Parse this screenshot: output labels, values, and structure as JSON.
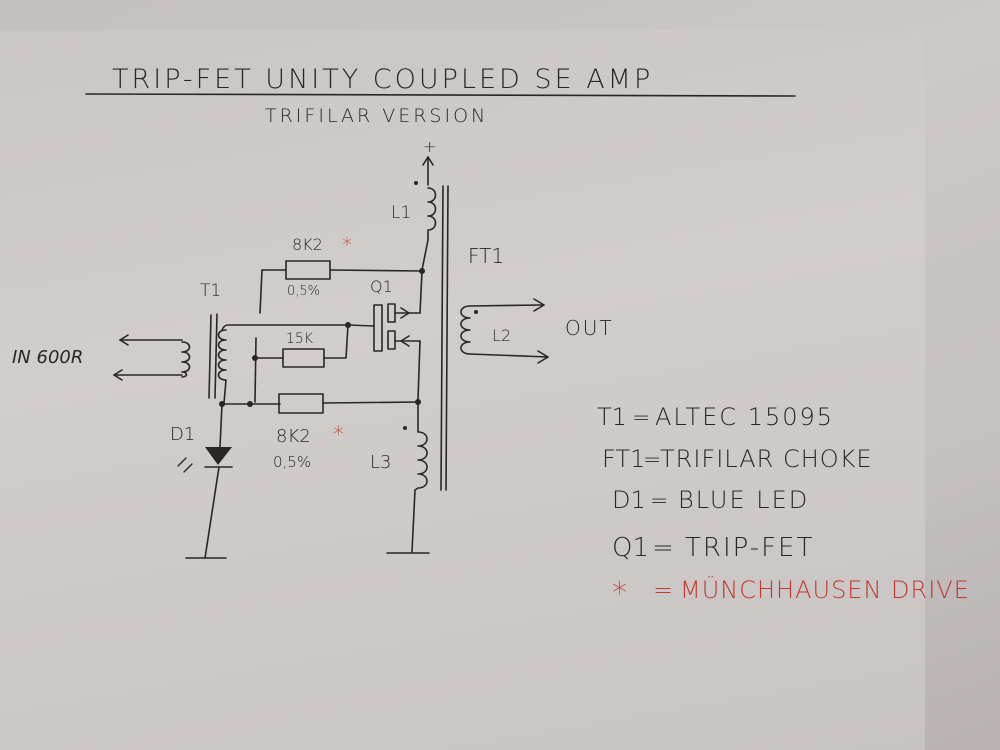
{
  "title": "TRIP-FET UNITY COUPLED SE AMP",
  "subtitle": "TRIFILAR VERSION",
  "labels": {
    "supply": "+",
    "L1": "L1",
    "FT1": "FT1",
    "T1": "T1",
    "Q1": "Q1",
    "L2": "L2",
    "L3": "L3",
    "D1": "D1",
    "input": "IN 600R",
    "output": "OUT",
    "r_top_value": "8K2",
    "r_top_tol": "0,5%",
    "r_mid_value": "15K",
    "r_bot_value": "8K2",
    "r_bot_tol": "0,5%",
    "asterisk": "*"
  },
  "legend": [
    {
      "key": "T1",
      "eq": "=",
      "value": "ALTEC 15095"
    },
    {
      "key": "FT1",
      "eq": "=",
      "value": "TRIFILAR CHOKE"
    },
    {
      "key": "D1",
      "eq": "=",
      "value": "BLUE LED"
    },
    {
      "key": "Q1",
      "eq": "=",
      "value": "TRIP-FET"
    },
    {
      "key": "*",
      "eq": "=",
      "value": "MÜNCHHAUSEN DRIVE"
    }
  ],
  "colors": {
    "ink": "#2a2626",
    "accent_red": "#c0392b",
    "paper": "#cdc8c8"
  }
}
